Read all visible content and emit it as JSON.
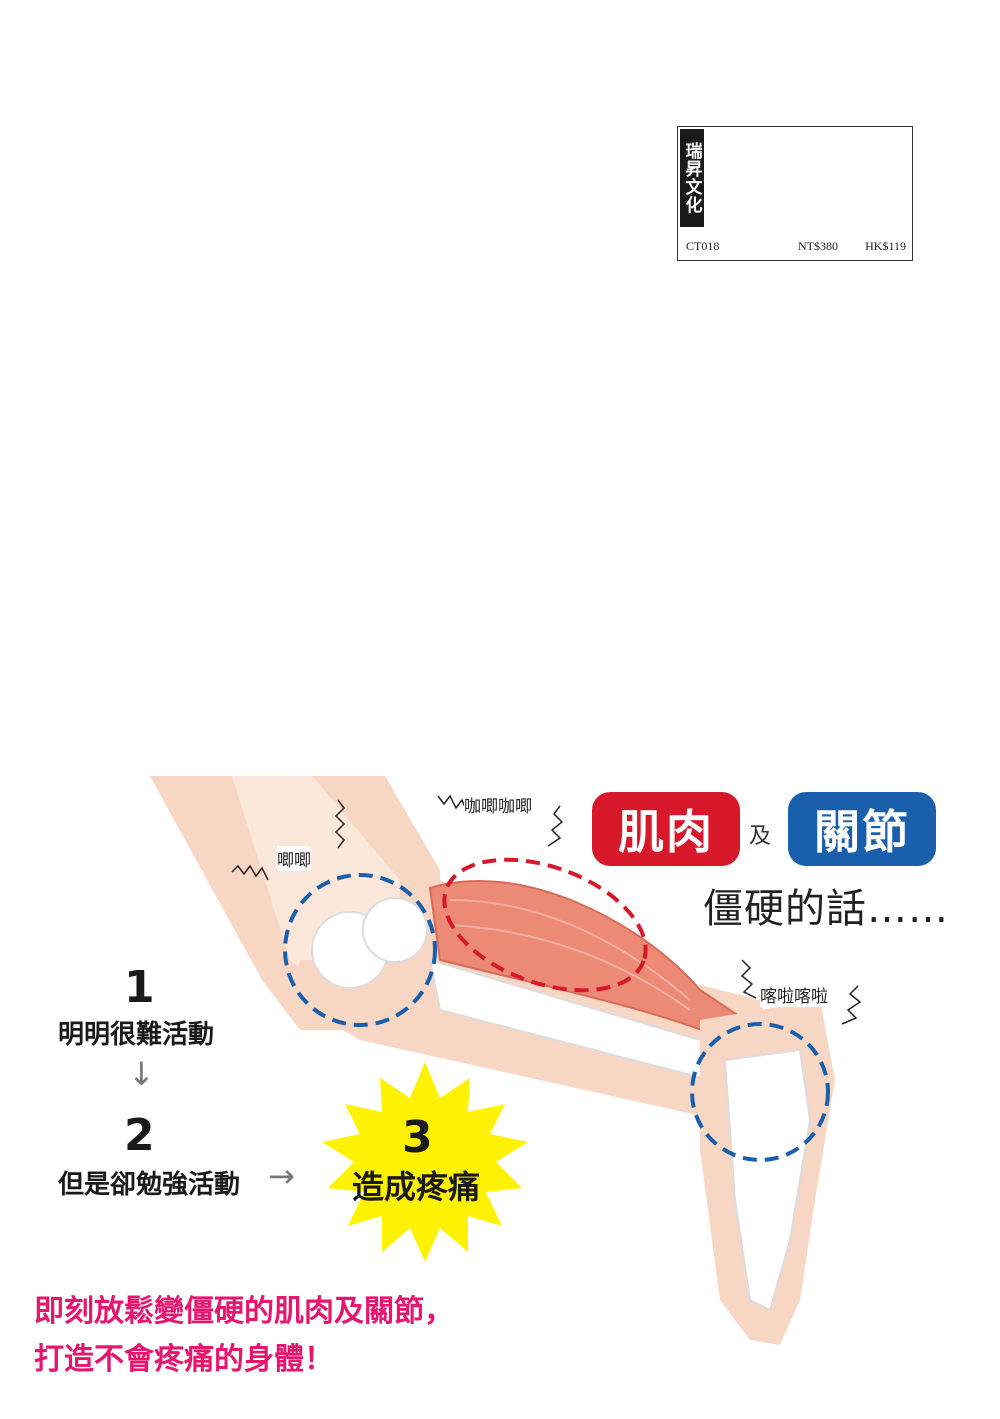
{
  "price_box": {
    "publisher": "瑞昇文化",
    "code": "CT018",
    "price_nt": "NT$380",
    "price_hk": "HK$119"
  },
  "headline": {
    "muscle": "肌肉",
    "conjunction": "及",
    "joint": "關節",
    "subtitle": "僵硬的話……"
  },
  "sound_effects": {
    "knee": "唧唧",
    "calf": "咖唧咖唧",
    "ankle": "喀啦喀啦"
  },
  "steps": [
    {
      "number": "1",
      "text": "明明很難活動"
    },
    {
      "number": "2",
      "text": "但是卻勉強活動"
    },
    {
      "number": "3",
      "text": "造成疼痛"
    }
  ],
  "tagline": {
    "line1": "即刻放鬆變僵硬的肌肉及關節，",
    "line2": "打造不會疼痛的身體！"
  },
  "colors": {
    "red_accent": "#d7182a",
    "blue_accent": "#1a5fac",
    "pain_burst": "#fff200",
    "tagline_pink": "#e6166f",
    "skin": "#f7d7c4",
    "muscle": "#ec8a76"
  }
}
